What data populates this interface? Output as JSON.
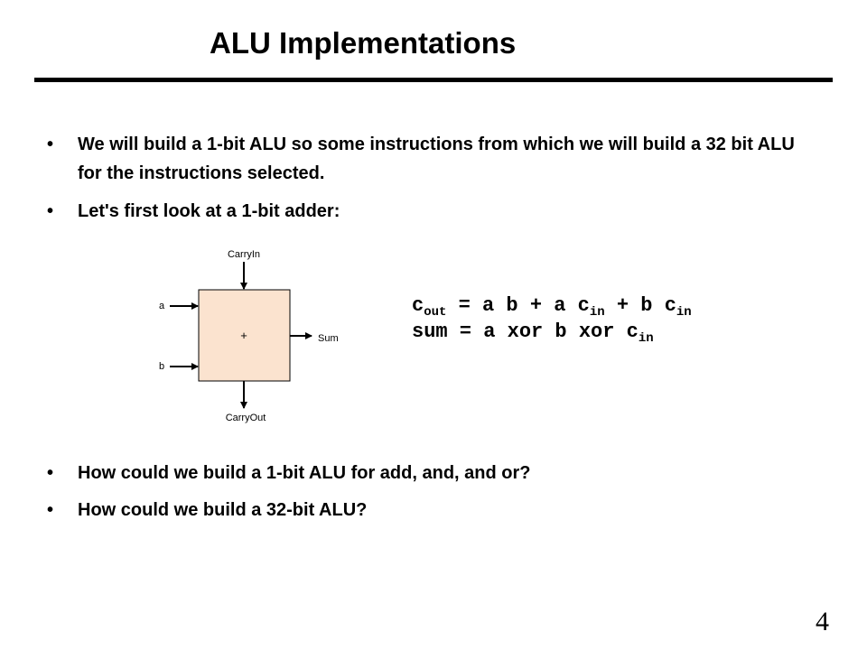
{
  "slide": {
    "title": "ALU Implementations",
    "bullets": [
      "We will build a 1-bit ALU so some instructions from which we will build a 32 bit ALU for the instructions selected.",
      "Let's first look at a 1-bit adder:",
      "How could we build a 1-bit ALU for add, and, and or?",
      "How could we build a 32-bit ALU?"
    ],
    "bullet_glyph": "•",
    "page_number": "4"
  },
  "diagram": {
    "carry_in_label": "CarryIn",
    "a_label": "a",
    "b_label": "b",
    "operator_label": "+",
    "sum_label": "Sum",
    "carry_out_label": "CarryOut",
    "box_fill": "#fbe3cf"
  },
  "equations": {
    "cout": {
      "c1": "c",
      "s1": "out",
      "t1": " = a b + a ",
      "c2": "c",
      "s2": "in",
      "t2": " + b ",
      "c3": "c",
      "s3": "in"
    },
    "sum": {
      "t1": "sum = a xor b xor ",
      "c1": "c",
      "s1": "in"
    }
  }
}
